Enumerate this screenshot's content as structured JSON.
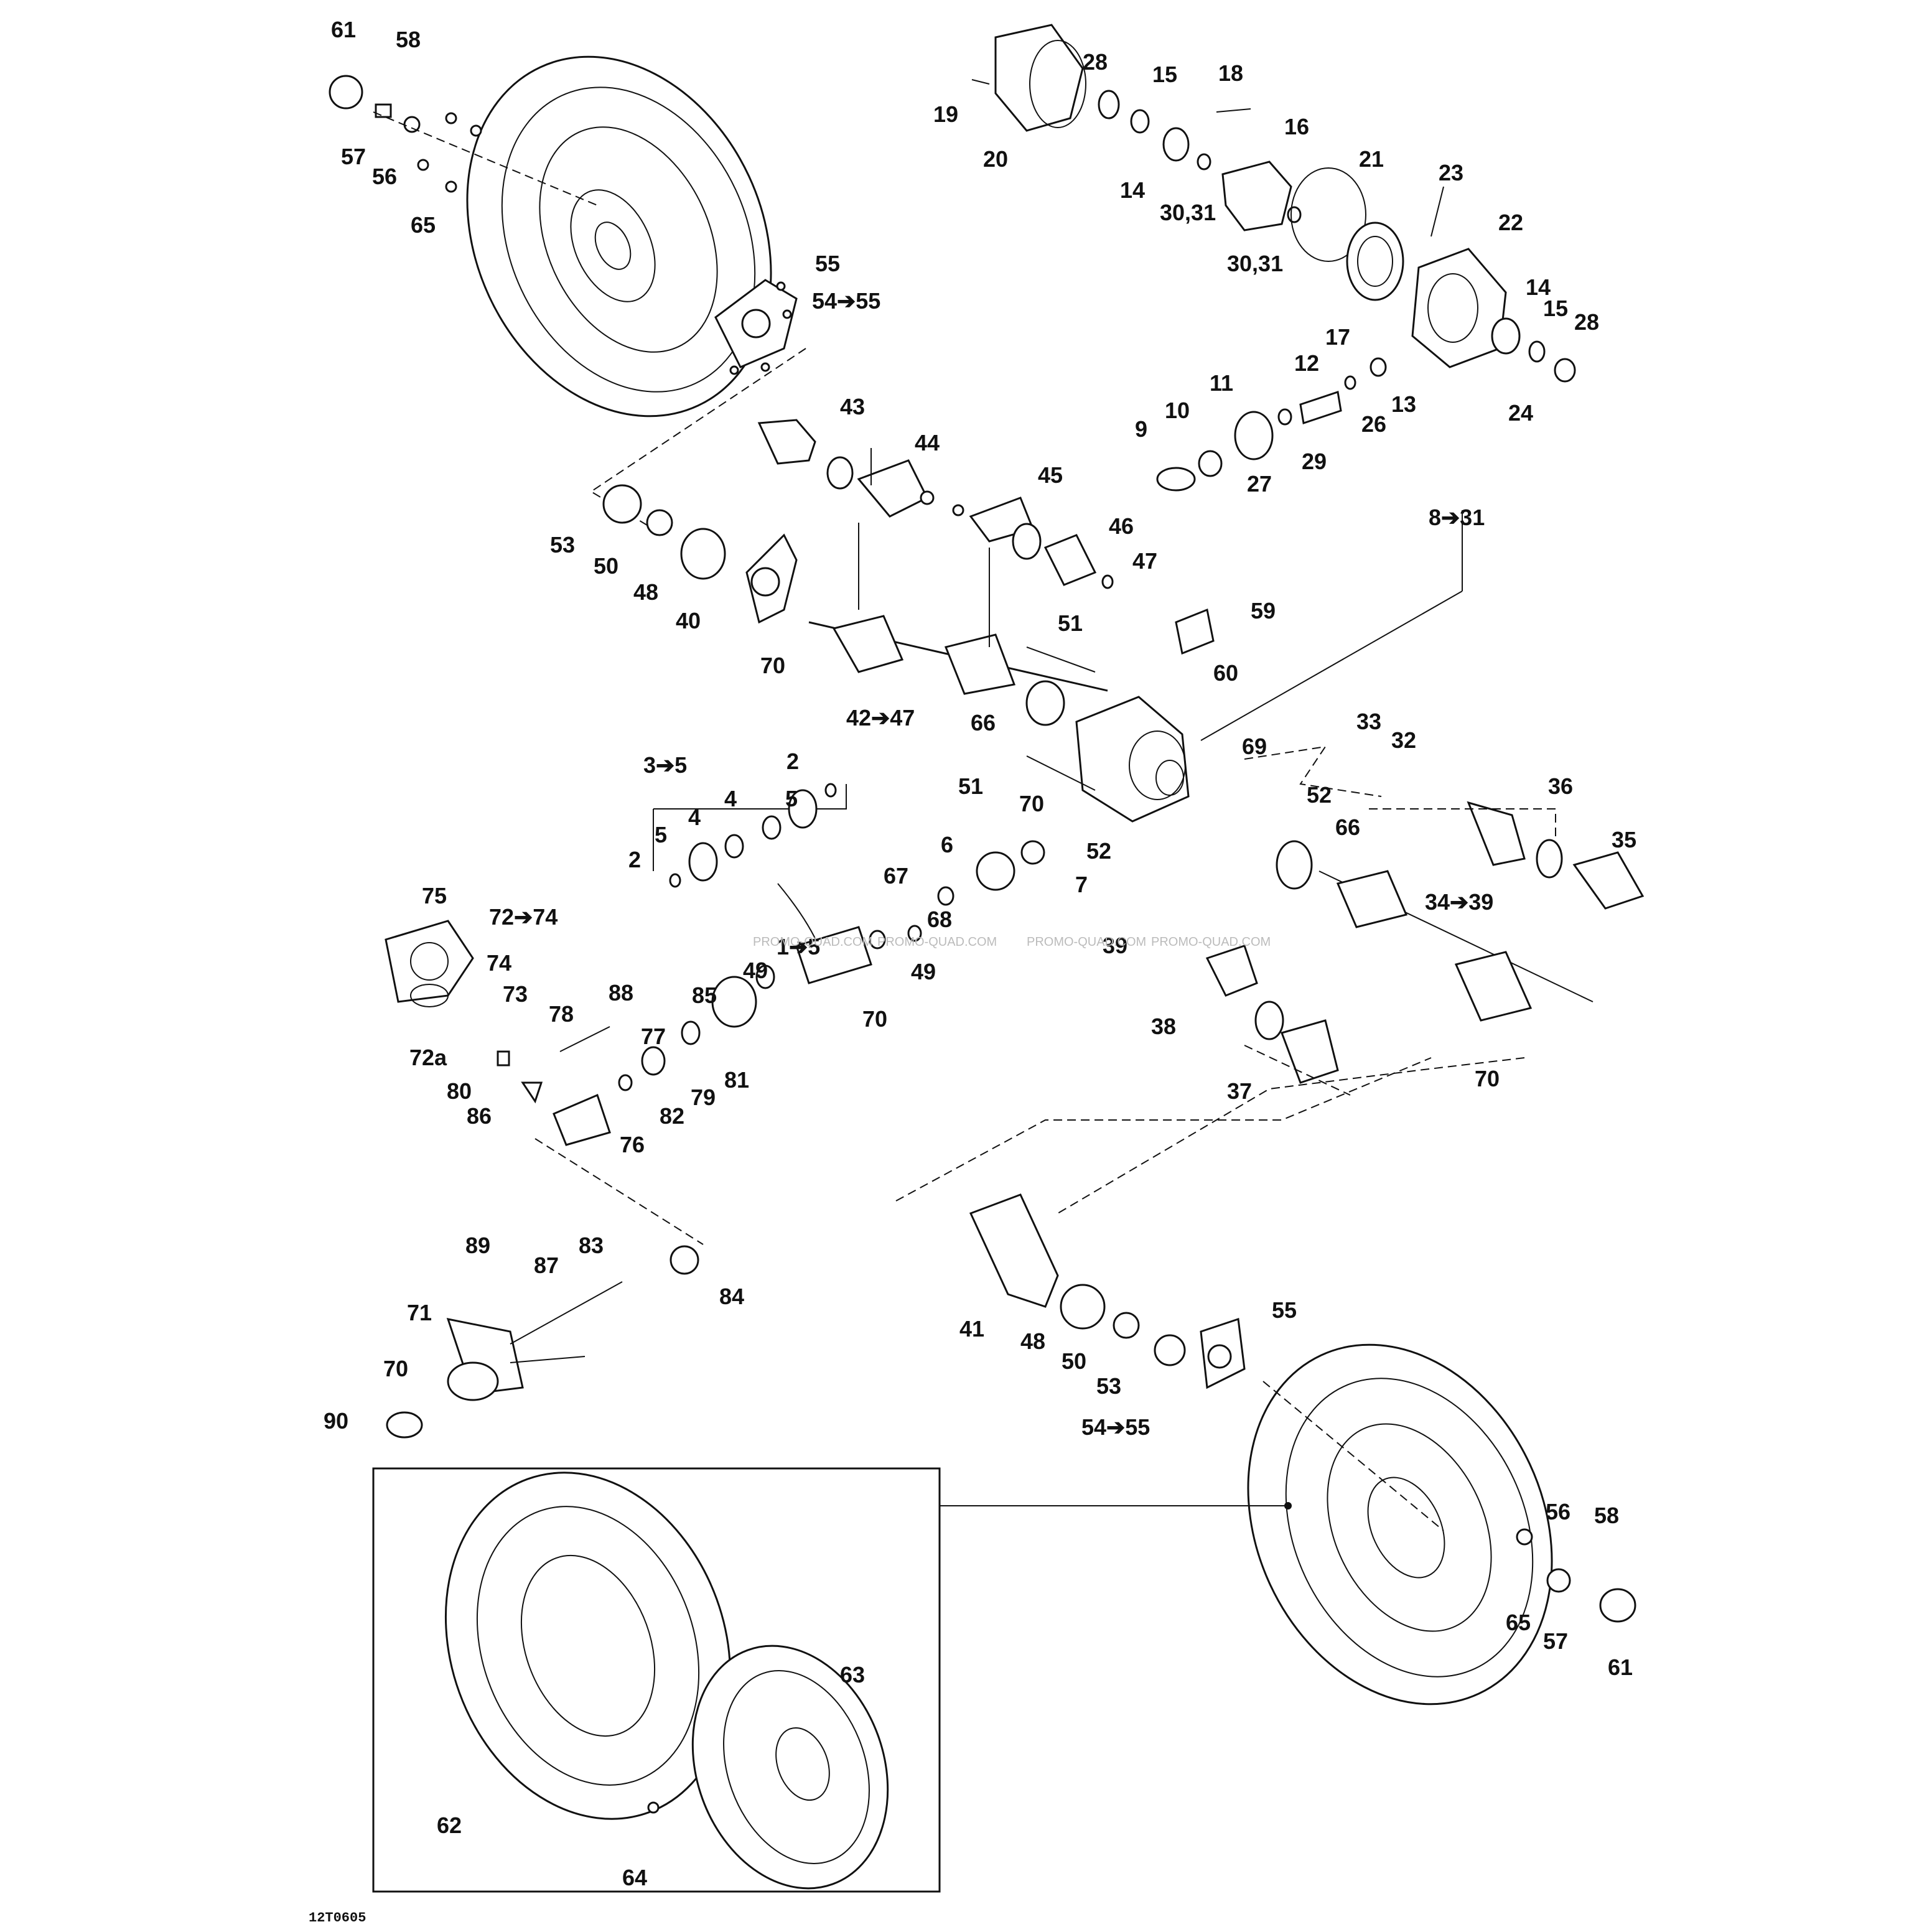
{
  "figure_code": "12T0605",
  "watermark_text": "PROMO-QUAD.COM",
  "callouts": {
    "c61a": "61",
    "c58a": "58",
    "c57a": "57",
    "c56a": "56",
    "c65a": "65",
    "c55a": "55",
    "c54a": "54➔55",
    "c19": "19",
    "c28a": "28",
    "c15a": "15",
    "c18": "18",
    "c16": "16",
    "c20": "20",
    "c14a": "14",
    "c3031a": "30,31",
    "c21": "21",
    "c23": "23",
    "c3031b": "30,31",
    "c22": "22",
    "c17": "17",
    "c14b": "14",
    "c15b": "15",
    "c28b": "28",
    "c24": "24",
    "c12": "12",
    "c11": "11",
    "c10": "10",
    "c9": "9",
    "c13": "13",
    "c26": "26",
    "c29": "29",
    "c27": "27",
    "c43": "43",
    "c44": "44",
    "c45": "45",
    "c46": "46",
    "c47": "47",
    "c53a": "53",
    "c50a": "50",
    "c48a": "48",
    "c40": "40",
    "c70a": "70",
    "c4247": "42➔47",
    "c66a": "66",
    "c51a": "51",
    "c59": "59",
    "c60": "60",
    "c69": "69",
    "c831": "8➔31",
    "c33": "33",
    "c32": "32",
    "c35": "35",
    "c5": "3➔5",
    "c2a": "2",
    "c5a": "5",
    "c4a": "4",
    "c4b": "4",
    "c5b": "5",
    "c2b": "2",
    "c51b": "51",
    "c70b": "70",
    "c52a": "52",
    "c66b": "66",
    "c36": "36",
    "c6": "6",
    "c7": "7",
    "c52b": "52",
    "c67": "67",
    "c68": "68",
    "c3439": "34➔39",
    "c15r": "1➔5",
    "c49a": "49",
    "c49b": "49",
    "c85": "85",
    "c70c": "70",
    "c39": "39",
    "c38": "38",
    "c37": "37",
    "c70d": "70",
    "c75": "75",
    "c7274": "72➔74",
    "c74": "74",
    "c73": "73",
    "c72a": "72a",
    "c88": "88",
    "c78": "78",
    "c77": "77",
    "c80": "80",
    "c86": "86",
    "c81": "81",
    "c79": "79",
    "c82": "82",
    "c76": "76",
    "c89": "89",
    "c87": "87",
    "c83": "83",
    "c84": "84",
    "c71": "71",
    "c70e": "70",
    "c90": "90",
    "c41": "41",
    "c48b": "48",
    "c50b": "50",
    "c53b": "53",
    "c55b": "55",
    "c5455b": "54➔55",
    "c56b": "56",
    "c58b": "58",
    "c65b": "65",
    "c57b": "57",
    "c61b": "61",
    "c63": "63",
    "c62": "62",
    "c64": "64"
  }
}
